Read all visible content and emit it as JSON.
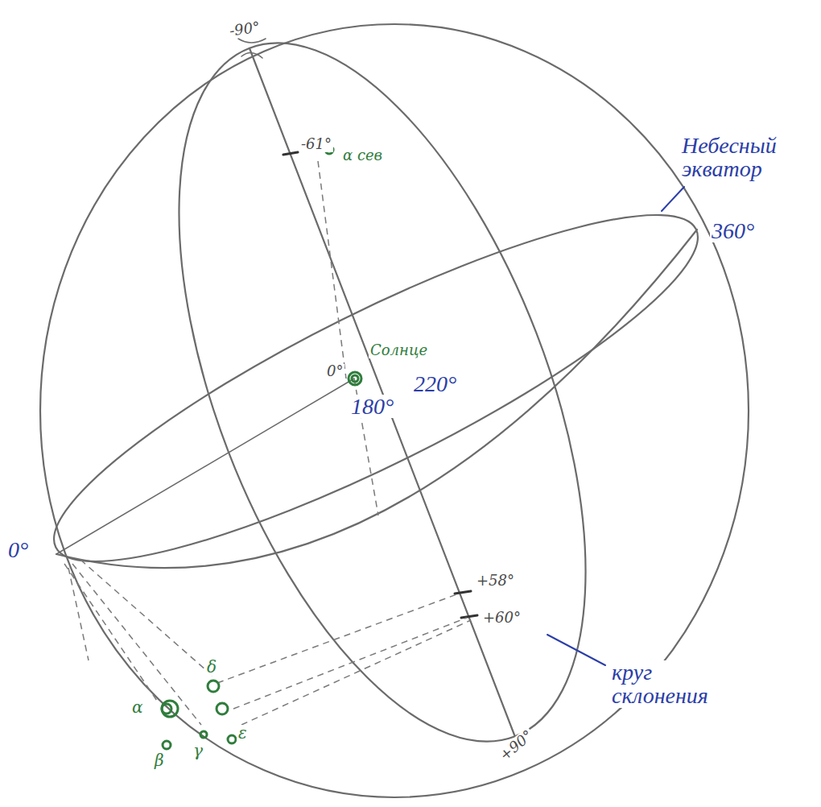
{
  "diagram": {
    "labels": [
      "-90°",
      "-61°",
      "α сев",
      "Небесный экватор",
      "360°",
      "Солнце",
      "0°",
      "180°",
      "220°",
      "0°",
      "+58°",
      "+60°",
      "δ",
      "α",
      "β",
      "γ",
      "ε",
      "круг склонения",
      "+90°"
    ]
  }
}
